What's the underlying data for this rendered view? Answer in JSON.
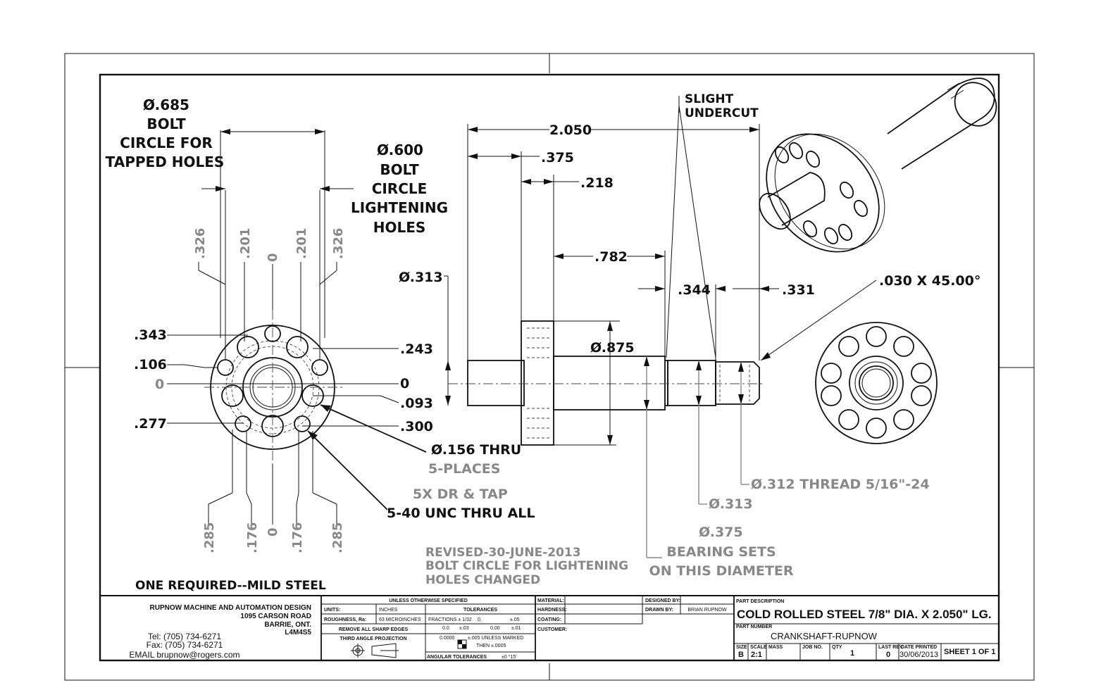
{
  "left_view": {
    "bolt_circle_tapped": [
      "Ø.685",
      "BOLT",
      "CIRCLE FOR",
      "TAPPED HOLES"
    ],
    "bolt_circle_lightening": [
      "Ø.600",
      "BOLT",
      "CIRCLE",
      "LIGHTENING",
      "HOLES"
    ],
    "top_ords": [
      ".326",
      ".201",
      "0",
      ".201",
      ".326"
    ],
    "bottom_ords": [
      ".285",
      ".176",
      "0",
      ".176",
      ".285"
    ],
    "left_ords": [
      ".343",
      ".106",
      "0",
      ".277"
    ],
    "right_ords": [
      ".243",
      "0",
      ".093",
      ".300"
    ],
    "thru_note": [
      "Ø.156 THRU",
      "5-PLACES"
    ],
    "tap_note": [
      "5X DR & TAP",
      "5-40 UNC THRU ALL"
    ]
  },
  "side_view": {
    "overall": "2.050",
    "d375": ".375",
    "d218": ".218",
    "d782": ".782",
    "d344": ".344",
    "d331": ".331",
    "dia313_left": "Ø.313",
    "dia875": "Ø.875",
    "undercut": [
      "SLIGHT",
      "UNDERCUT"
    ],
    "chamfer": ".030 X 45.00°",
    "thread": "Ø.312 THREAD  5/16\"-24",
    "dia313": "Ø.313",
    "dia375": "Ø.375",
    "bearing": [
      "BEARING SETS",
      "ON THIS DIAMETER"
    ]
  },
  "revision": [
    "REVISED-30-JUNE-2013",
    "BOLT CIRCLE FOR LIGHTENING",
    "HOLES CHANGED"
  ],
  "material_note": "ONE REQUIRED--MILD STEEL",
  "title_block": {
    "company": [
      "RUPNOW MACHINE AND AUTOMATION DESIGN",
      "1095 CARSON ROAD",
      "BARRIE, ONT.",
      "L4M4S5"
    ],
    "contact": [
      "Tel: (705) 734-6271",
      "Fax: (705) 734-6271",
      "EMAIL brupnow@rogers.com"
    ],
    "unless": "UNLESS OTHERWISE SPECIFIED",
    "units_label": "UNITS:",
    "units_val": "INCHES",
    "roughness_label": "ROUGHNESS, Ra:",
    "roughness_val": "63 MICROINCHES",
    "remove_edges": "REMOVE ALL SHARP EDGES",
    "third_angle": "THIRD ANGLE PROJECTION",
    "tolerances": "TOLERANCES",
    "fractions": "FRACTIONS ± 1/32",
    "t_0": "0.",
    "t_05": "±.05",
    "t_00": "0.0",
    "t_03": "±.03",
    "t_000": "0.00",
    "t_01": "±.01",
    "t_0000": "0.0000",
    "t_005": "±.005 UNLESS MARKED",
    "t_then": "THEN  ±.0005",
    "angular": "ANGULAR TOLERANCES",
    "angular_val": "±0 °15'",
    "material_lbl": "MATERIAL:",
    "hardness_lbl": "HARDNESS:",
    "coating_lbl": "COATING:",
    "customer_lbl": "CUSTOMER:",
    "designed_by_lbl": "DESIGNED BY:",
    "drawn_by_lbl": "DRAWN BY:",
    "drawn_by": "BRIAN RUPNOW",
    "part_desc_lbl": "PART DESCRIPTION",
    "part_desc": "COLD ROLLED STEEL 7/8\" DIA. X 2.050\" LG.",
    "part_num_lbl": "PART NUMBER",
    "part_num": "CRANKSHAFT-RUPNOW",
    "size_lbl": "SIZE",
    "size": "B",
    "scale_lbl": "SCALE",
    "scale": "2:1",
    "mass_lbl": "MASS",
    "job_lbl": "JOB NO.",
    "qty_lbl": "QTY",
    "qty": "1",
    "rev_lbl": "LAST REV",
    "rev": "0",
    "date_lbl": "DATE PRINTED",
    "date": "30/06/2013",
    "sheet": "SHEET 1 OF 1"
  }
}
